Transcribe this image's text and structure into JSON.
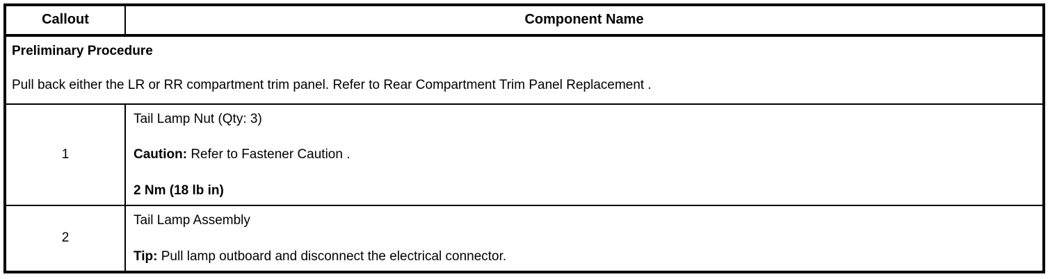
{
  "table": {
    "headers": {
      "callout": "Callout",
      "component_name": "Component Name"
    },
    "preliminary": {
      "title": "Preliminary Procedure",
      "text": "Pull back either the LR or RR compartment trim panel. Refer to Rear Compartment Trim Panel Replacement ."
    },
    "rows": [
      {
        "callout": "1",
        "name": "Tail Lamp Nut (Qty: 3)",
        "caution_label": "Caution:",
        "caution_text": " Refer to Fastener Caution .",
        "torque": "2 Nm (18 lb in)"
      },
      {
        "callout": "2",
        "name": "Tail Lamp Assembly",
        "tip_label": "Tip:",
        "tip_text": " Pull lamp outboard and disconnect the electrical connector."
      }
    ]
  },
  "colors": {
    "border": "#000000",
    "text": "#000000",
    "background": "#ffffff"
  }
}
